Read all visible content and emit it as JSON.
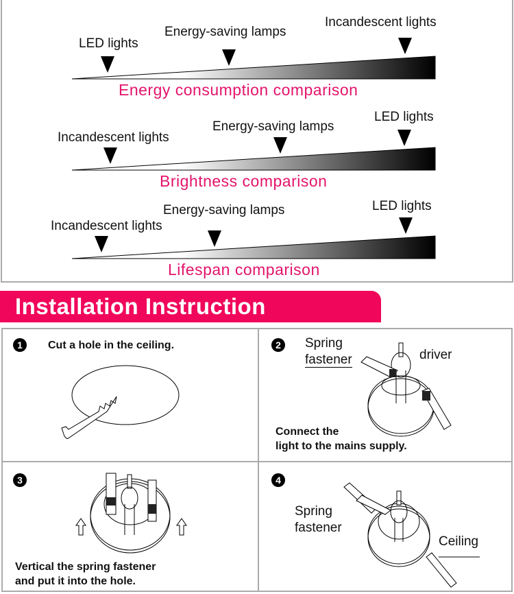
{
  "comparisons": [
    {
      "title": "Energy consumption comparison",
      "markers": [
        {
          "label": "LED lights",
          "position": 0.1
        },
        {
          "label": "Energy-saving lamps",
          "position": 0.43
        },
        {
          "label": "Incandescent lights",
          "position": 0.92
        }
      ]
    },
    {
      "title": "Brightness comparison",
      "markers": [
        {
          "label": "Incandescent lights",
          "position": 0.1
        },
        {
          "label": "Energy-saving lamps",
          "position": 0.57
        },
        {
          "label": "LED lights",
          "position": 0.92
        }
      ]
    },
    {
      "title": "Lifespan comparison",
      "markers": [
        {
          "label": "Incandescent lights",
          "position": 0.08
        },
        {
          "label": "Energy-saving lamps",
          "position": 0.39
        },
        {
          "label": "LED lights",
          "position": 0.92
        }
      ]
    }
  ],
  "banner": {
    "title": "Installation Instruction"
  },
  "steps": [
    {
      "number": "1",
      "text": "Cut a hole in the ceiling."
    },
    {
      "number": "2",
      "text_line1": "Connect the",
      "text_line2": "light to the mains supply.",
      "callout_spring1": "Spring",
      "callout_spring2": "fastener",
      "callout_driver": "driver"
    },
    {
      "number": "3",
      "text_line1": "Vertical the spring fastener",
      "text_line2": "and put it into the hole."
    },
    {
      "number": "4",
      "callout_spring1": "Spring",
      "callout_spring2": "fastener",
      "callout_ceiling": "Ceiling"
    }
  ],
  "colors": {
    "accent": "#f0065b",
    "title": "#e3146b"
  }
}
